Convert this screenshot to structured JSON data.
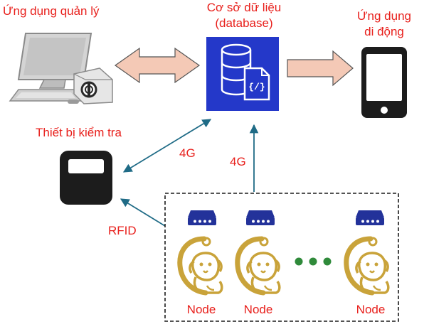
{
  "labels": {
    "management_app": "Ứng dụng quản lý",
    "database_line1": "Cơ sở dữ liệu",
    "database_line2": "(database)",
    "mobile_line1": "Ứng dụng",
    "mobile_line2": "di động",
    "checker_device": "Thiết bị kiểm tra",
    "link_4g_left": "4G",
    "link_4g_right": "4G",
    "link_rfid": "RFID"
  },
  "nodes": [
    {
      "label": "Node"
    },
    {
      "label": "Node"
    },
    {
      "label": "Node"
    }
  ],
  "colors": {
    "label_text": "#e8201c",
    "arrow_fill": "#f4c9b6",
    "link_line": "#1f6b86",
    "database_bg": "#2438c9",
    "node_icon": "#c9a33a",
    "node_device": "#23329a",
    "dots": "#2f8a3a"
  },
  "icons": [
    "computer-icon",
    "database-icon",
    "smartphone-icon",
    "rfid-reader-icon",
    "node-device-icon",
    "dog-collar-icon"
  ]
}
